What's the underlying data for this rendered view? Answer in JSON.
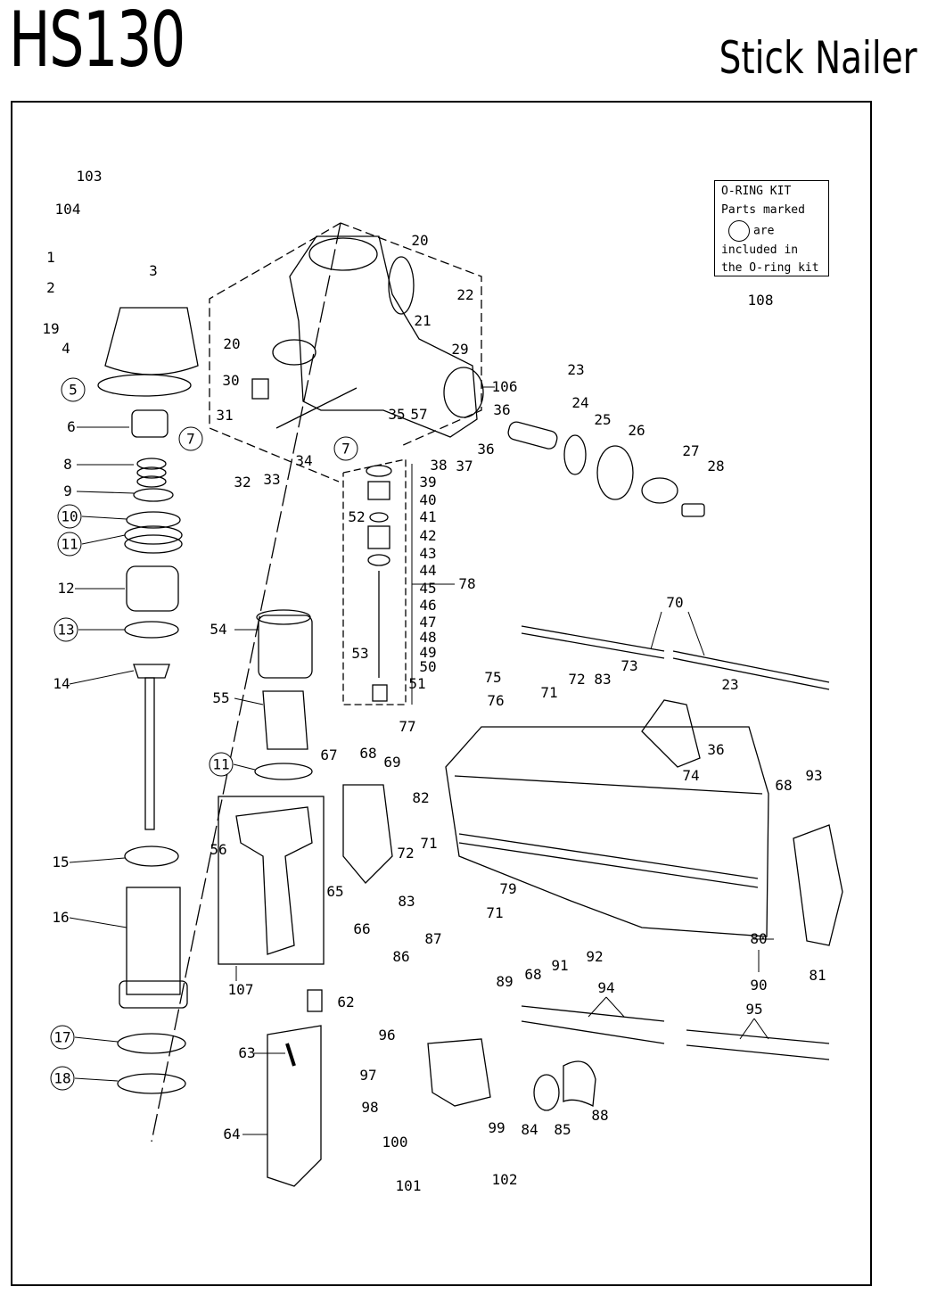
{
  "header": {
    "title": "HS130",
    "subtitle": "Stick Nailer"
  },
  "oring_kit": {
    "title": "O-RING KIT",
    "line1": "Parts marked",
    "line2": "are",
    "line3": "included in",
    "line4": "the O-ring kit"
  },
  "labels": [
    {
      "text": "103"
    },
    {
      "text": "104"
    },
    {
      "text": "1"
    },
    {
      "text": "2"
    },
    {
      "text": "3"
    },
    {
      "text": "19"
    },
    {
      "text": "4"
    },
    {
      "text": "5",
      "circled": true
    },
    {
      "text": "7",
      "circled": true
    },
    {
      "text": "6"
    },
    {
      "text": "8"
    },
    {
      "text": "9"
    },
    {
      "text": "10",
      "circled": true
    },
    {
      "text": "11",
      "circled": true
    },
    {
      "text": "12"
    },
    {
      "text": "13",
      "circled": true
    },
    {
      "text": "14"
    },
    {
      "text": "11",
      "circled": true
    },
    {
      "text": "15"
    },
    {
      "text": "16"
    },
    {
      "text": "17",
      "circled": true
    },
    {
      "text": "18",
      "circled": true
    },
    {
      "text": "20"
    },
    {
      "text": "20"
    },
    {
      "text": "21"
    },
    {
      "text": "22"
    },
    {
      "text": "29"
    },
    {
      "text": "30"
    },
    {
      "text": "106"
    },
    {
      "text": "31"
    },
    {
      "text": "35"
    },
    {
      "text": "57"
    },
    {
      "text": "7",
      "circled": true
    },
    {
      "text": "32"
    },
    {
      "text": "33"
    },
    {
      "text": "34"
    },
    {
      "text": "36"
    },
    {
      "text": "23"
    },
    {
      "text": "24"
    },
    {
      "text": "25"
    },
    {
      "text": "26"
    },
    {
      "text": "27"
    },
    {
      "text": "28"
    },
    {
      "text": "36"
    },
    {
      "text": "37"
    },
    {
      "text": "38"
    },
    {
      "text": "39"
    },
    {
      "text": "40"
    },
    {
      "text": "41"
    },
    {
      "text": "42"
    },
    {
      "text": "43"
    },
    {
      "text": "44"
    },
    {
      "text": "45"
    },
    {
      "text": "46"
    },
    {
      "text": "47"
    },
    {
      "text": "48"
    },
    {
      "text": "49"
    },
    {
      "text": "50"
    },
    {
      "text": "51"
    },
    {
      "text": "78"
    },
    {
      "text": "52"
    },
    {
      "text": "53"
    },
    {
      "text": "54"
    },
    {
      "text": "55"
    },
    {
      "text": "75"
    },
    {
      "text": "76"
    },
    {
      "text": "77"
    },
    {
      "text": "70"
    },
    {
      "text": "71"
    },
    {
      "text": "72"
    },
    {
      "text": "83"
    },
    {
      "text": "73"
    },
    {
      "text": "23"
    },
    {
      "text": "36"
    },
    {
      "text": "74"
    },
    {
      "text": "67"
    },
    {
      "text": "68"
    },
    {
      "text": "69"
    },
    {
      "text": "82"
    },
    {
      "text": "68"
    },
    {
      "text": "93"
    },
    {
      "text": "56"
    },
    {
      "text": "72"
    },
    {
      "text": "71"
    },
    {
      "text": "65"
    },
    {
      "text": "66"
    },
    {
      "text": "83"
    },
    {
      "text": "79"
    },
    {
      "text": "71"
    },
    {
      "text": "87"
    },
    {
      "text": "86"
    },
    {
      "text": "89"
    },
    {
      "text": "68"
    },
    {
      "text": "91"
    },
    {
      "text": "92"
    },
    {
      "text": "80"
    },
    {
      "text": "90"
    },
    {
      "text": "81"
    },
    {
      "text": "107"
    },
    {
      "text": "62"
    },
    {
      "text": "94"
    },
    {
      "text": "95"
    },
    {
      "text": "63"
    },
    {
      "text": "96"
    },
    {
      "text": "97"
    },
    {
      "text": "98"
    },
    {
      "text": "64"
    },
    {
      "text": "99"
    },
    {
      "text": "84"
    },
    {
      "text": "85"
    },
    {
      "text": "88"
    },
    {
      "text": "100"
    },
    {
      "text": "102"
    },
    {
      "text": "101"
    },
    {
      "text": "108"
    }
  ]
}
